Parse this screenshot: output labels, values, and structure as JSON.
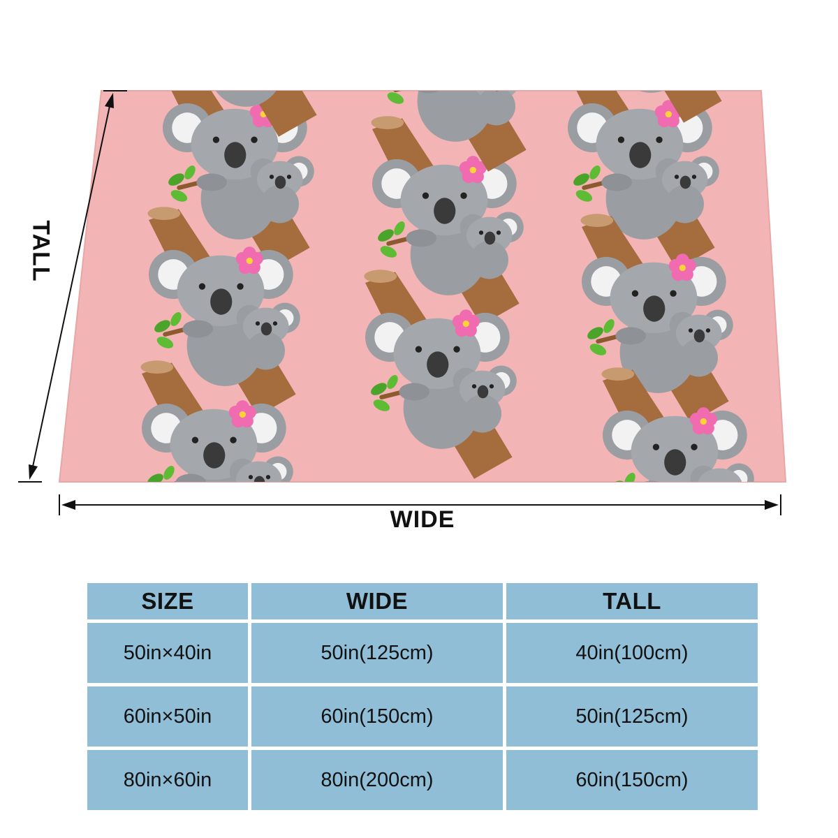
{
  "figure": {
    "wide_label": "WIDE",
    "tall_label": "TALL",
    "colors": {
      "blanket": "#f2b4b4",
      "koala": "#9a9ea2",
      "branch": "#a56d3e",
      "flower": "#f06bb0",
      "leaf": "#4ba42a",
      "arrow": "#111111"
    }
  },
  "size_table": {
    "headers": [
      "SIZE",
      "WIDE",
      "TALL"
    ],
    "rows": [
      [
        "50in×40in",
        "50in(125cm)",
        "40in(100cm)"
      ],
      [
        "60in×50in",
        "60in(150cm)",
        "50in(125cm)"
      ],
      [
        "80in×60in",
        "80in(200cm)",
        "60in(150cm)"
      ]
    ],
    "colors": {
      "cell": "#8fbed6",
      "text": "#111111"
    }
  }
}
